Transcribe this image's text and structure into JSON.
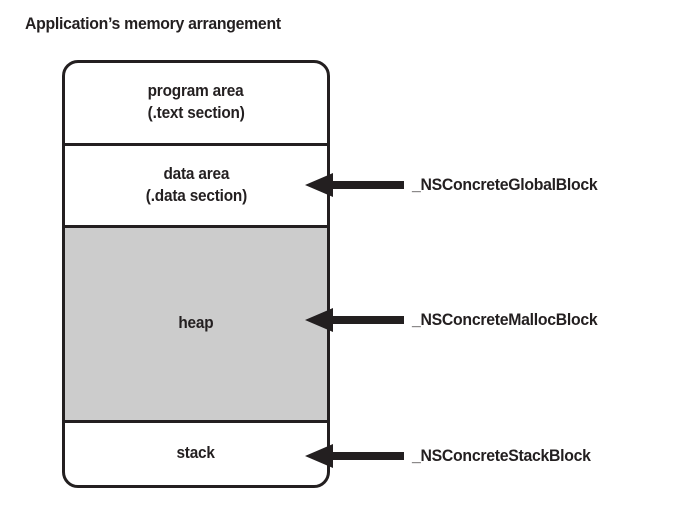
{
  "title": "Application’s memory arrangement",
  "colors": {
    "stroke": "#231f20",
    "heap_fill": "#cccccc",
    "background": "#ffffff",
    "arrow": "#231f20"
  },
  "memory_column": {
    "segments": [
      {
        "key": "program",
        "line1": "program area",
        "line2": "(.text section)",
        "fill": "#ffffff"
      },
      {
        "key": "data",
        "line1": "data area",
        "line2": "(.data section)",
        "fill": "#ffffff"
      },
      {
        "key": "heap",
        "line1": "heap",
        "line2": "",
        "fill": "#cccccc"
      },
      {
        "key": "stack",
        "line1": "stack",
        "line2": "",
        "fill": "#ffffff"
      }
    ]
  },
  "annotations": [
    {
      "key": "global",
      "label": "_NSConcreteGlobalBlock",
      "points_to": "data area (.data section)"
    },
    {
      "key": "malloc",
      "label": "_NSConcreteMallocBlock",
      "points_to": "heap"
    },
    {
      "key": "stack",
      "label": "_NSConcreteStackBlock",
      "points_to": "stack"
    }
  ]
}
